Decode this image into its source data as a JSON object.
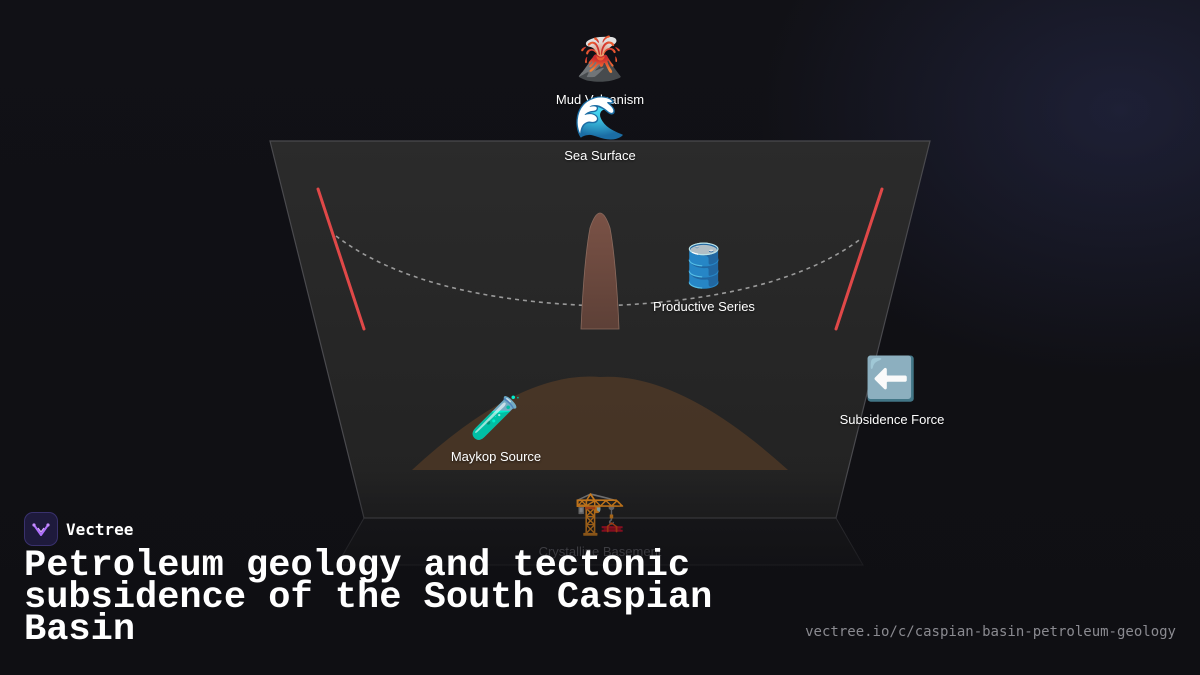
{
  "brand": {
    "name": "Vectree"
  },
  "title": "Petroleum geology and tectonic subsidence of the South Caspian Basin",
  "url": "vectree.io/c/caspian-basin-petroleum-geology",
  "colors": {
    "basin_fill": "#262626",
    "fault_line": "#e04848",
    "mud_volcano": "#6b4a40",
    "source_rock": "#4a3626",
    "dashed_horizon": "#9a9a9a"
  },
  "diagram": {
    "labels": {
      "mud_volcanism": "Mud Volcanism",
      "sea_surface": "Sea Surface",
      "productive_series": "Productive Series",
      "subsidence_force": "Subsidence Force",
      "maykop_source": "Maykop Source",
      "crystalline_basement": "Crystalline Basement"
    },
    "icons": {
      "mud_volcanism": "volcano-icon",
      "sea_surface": "wave-icon",
      "productive_series": "oil-barrel-icon",
      "subsidence_force": "left-arrow-icon",
      "maykop_source": "test-tube-icon",
      "crystalline_basement": "construction-crane-icon"
    }
  }
}
